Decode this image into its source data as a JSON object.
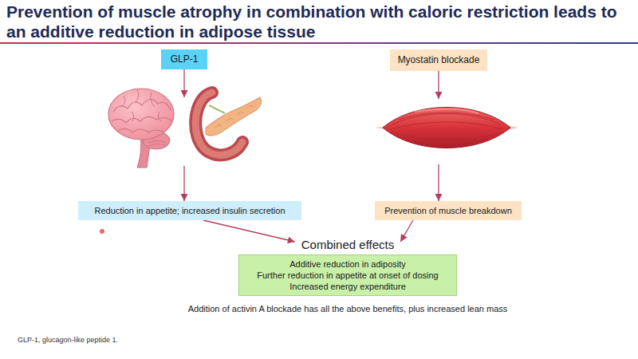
{
  "diagram": {
    "title": "Prevention of muscle atrophy in combination with caloric restriction leads to an additive reduction in adipose tissue",
    "nodes": [
      {
        "text": [
          "GLP-1"
        ]
      },
      {
        "text": [
          "Myostatin blockade"
        ]
      },
      {
        "text": [
          "Reduction in appetite; increased insulin secretion"
        ]
      },
      {
        "text": [
          "Prevention of muscle breakdown"
        ]
      },
      {
        "text": [
          "Combined effects",
          "Additive reduction in adiposity",
          "Further reduction in appetite at onset of dosing",
          "Increased energy expenditure"
        ]
      }
    ],
    "edges": [
      {
        "from": 0,
        "to": 2,
        "arrow": "to"
      },
      {
        "from": 1,
        "to": 3,
        "arrow": "to"
      },
      {
        "from": 2,
        "to": 4,
        "arrow": "to"
      },
      {
        "from": 3,
        "to": 4,
        "arrow": "to"
      }
    ],
    "labels": [
      "Addition of activin A blockade has all the above benefits, plus increased lean mass",
      "GLP-1, glucagon-like peptide 1."
    ]
  }
}
